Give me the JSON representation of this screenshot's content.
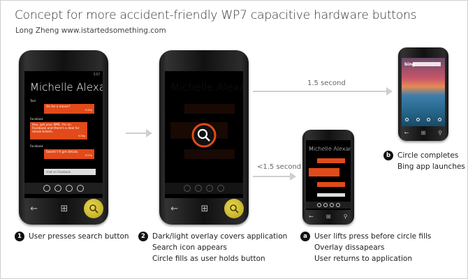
{
  "header": {
    "title": "Concept for more accident-friendly WP7 capacitive hardware buttons",
    "subtitle": "Long Zheng www.istartedsomething.com"
  },
  "phone": {
    "contact_name": "Michelle Alexar",
    "status_time": "5:57",
    "label_text": "Text",
    "label_facebook": "Facebook",
    "msg1": "On for a movie?",
    "msg1_time": "5:25p",
    "msg2": "Hey, got your SMS. I'm on Facebook and there's a deal for movie tickets.",
    "msg2_time": "5:26p",
    "msg3": "Sweet! I'll get details.",
    "msg3_time": "5:27p",
    "input_placeholder": "chat on Facebook"
  },
  "hardware": {
    "back_icon": "←",
    "start_icon": "⊞"
  },
  "arrows": {
    "top_label": "1.5 second",
    "bottom_label": "<1.5 second"
  },
  "bing": {
    "logo": "bing"
  },
  "steps": {
    "s1": {
      "badge": "1",
      "lines": [
        "User presses search button"
      ]
    },
    "s2": {
      "badge": "2",
      "lines": [
        "Dark/light overlay covers application",
        "Search icon appears",
        "Circle fills as user holds button"
      ]
    },
    "sa": {
      "badge": "a",
      "lines": [
        "User lifts press before circle fills",
        "Overlay dissapears",
        "User returns to application"
      ]
    },
    "sb": {
      "badge": "b",
      "lines": [
        "Circle completes",
        "Bing app launches"
      ]
    }
  },
  "colors": {
    "accent_orange": "#e24a19",
    "search_button": "#d8c435",
    "arrow": "#cfcfcf"
  }
}
